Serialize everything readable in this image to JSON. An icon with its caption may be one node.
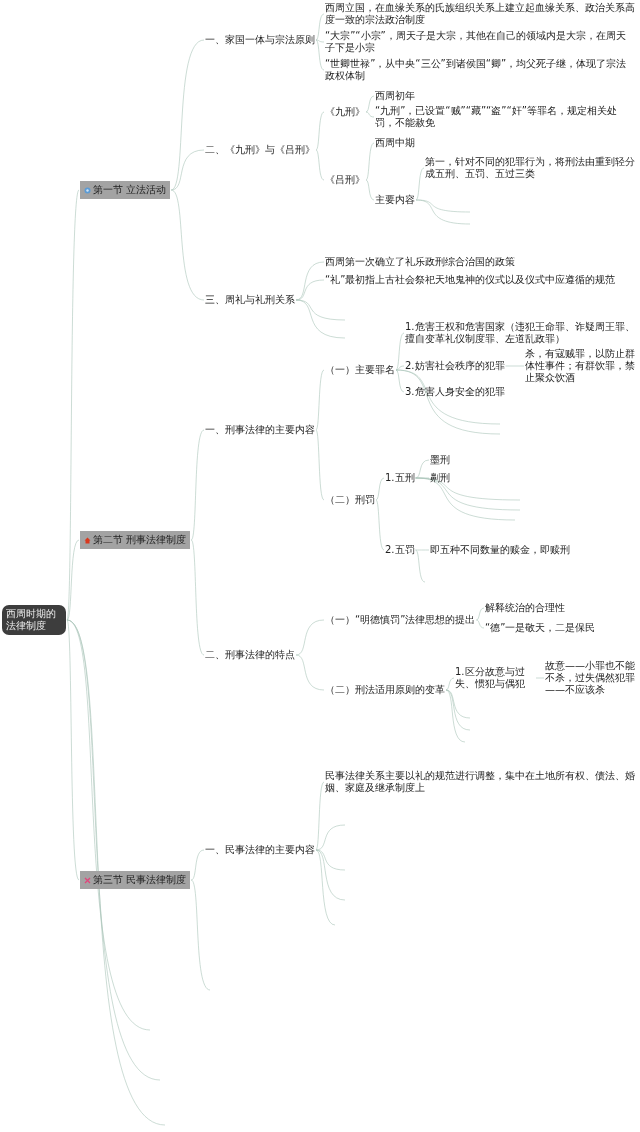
{
  "diagram": {
    "nodes": [
      {
        "text": [
          "西周时期的法律制度"
        ]
      },
      {
        "text": [
          "第一节 立法活动"
        ]
      },
      {
        "text": [
          "一、家国一体与宗法原则"
        ]
      },
      {
        "text": [
          "西周立国，在血缘关系的氏族组织关系上建立起血缘关系、政治关系高度一致的宗法政治制度"
        ]
      },
      {
        "text": [
          "“大宗”“小宗”，周天子是大宗，其他在自己的领域内是大宗，在周天子下是小宗"
        ]
      },
      {
        "text": [
          "“世卿世禄”，从中央“三公”到诸侯国“卿”，均父死子继，体现了宗法政权体制"
        ]
      },
      {
        "text": [
          "二、《九刑》与《吕刑》"
        ]
      },
      {
        "text": [
          "《九刑》"
        ]
      },
      {
        "text": [
          "西周初年"
        ]
      },
      {
        "text": [
          "“九刑”，已设置“贼”“藏”“盗”“奸”等罪名，规定相关处罚，不能赦免"
        ]
      },
      {
        "text": [
          "《吕刑》"
        ]
      },
      {
        "text": [
          "西周中期"
        ]
      },
      {
        "text": [
          "主要内容"
        ]
      },
      {
        "text": [
          "第一，针对不同的犯罪行为，将刑法由重到轻分成五刑、五罚、五过三类"
        ]
      },
      {
        "text": [
          "三、周礼与礼刑关系"
        ]
      },
      {
        "text": [
          "西周第一次确立了礼乐政刑综合治国的政策"
        ]
      },
      {
        "text": [
          "“礼”最初指上古社会祭祀天地鬼神的仪式以及仪式中应遵循的规范"
        ]
      },
      {
        "text": [
          "第二节 刑事法律制度"
        ]
      },
      {
        "text": [
          "一、刑事法律的主要内容"
        ]
      },
      {
        "text": [
          "（一）主要罪名"
        ]
      },
      {
        "text": [
          "1.危害王权和危害国家（违犯王命罪、诈疑周王罪、擅自变革礼仪制度罪、左道乱政罪）"
        ]
      },
      {
        "text": [
          "2.妨害社会秩序的犯罪"
        ]
      },
      {
        "text": [
          "杀，有寇贼罪，以防止群体性事件；有群饮罪，禁止聚众饮酒"
        ]
      },
      {
        "text": [
          "3.危害人身安全的犯罪"
        ]
      },
      {
        "text": [
          "（二）刑罚"
        ]
      },
      {
        "text": [
          "1.五刑"
        ]
      },
      {
        "text": [
          "墨刑"
        ]
      },
      {
        "text": [
          "劓刑"
        ]
      },
      {
        "text": [
          "2.五罚"
        ]
      },
      {
        "text": [
          "即五种不同数量的赎金，即赎刑"
        ]
      },
      {
        "text": [
          "二、刑事法律的特点"
        ]
      },
      {
        "text": [
          "（一）“明德慎罚”法律思想的提出"
        ]
      },
      {
        "text": [
          "解释统治的合理性"
        ]
      },
      {
        "text": [
          "“德”一是敬天，二是保民"
        ]
      },
      {
        "text": [
          "（二）刑法适用原则的变革"
        ]
      },
      {
        "text": [
          "1.区分故意与过失、惯犯与偶犯"
        ]
      },
      {
        "text": [
          "故意——小罪也不能不杀，过失偶然犯罪——不应该杀"
        ]
      },
      {
        "text": [
          "第三节 民事法律制度"
        ]
      },
      {
        "text": [
          "一、民事法律的主要内容"
        ]
      },
      {
        "text": [
          "民事法律关系主要以礼的规范进行调整，集中在土地所有权、债法、婚姻、家庭及继承制度上"
        ]
      }
    ],
    "edges": [
      {
        "from": 0,
        "to": 1,
        "arrow": "none"
      },
      {
        "from": 0,
        "to": 17,
        "arrow": "none"
      },
      {
        "from": 0,
        "to": 37,
        "arrow": "none"
      },
      {
        "from": 0,
        "to": null,
        "arrow": "none"
      },
      {
        "from": 0,
        "to": null,
        "arrow": "none"
      },
      {
        "from": 0,
        "to": null,
        "arrow": "none"
      },
      {
        "from": 1,
        "to": 2,
        "arrow": "none"
      },
      {
        "from": 1,
        "to": 6,
        "arrow": "none"
      },
      {
        "from": 1,
        "to": 14,
        "arrow": "none"
      },
      {
        "from": 2,
        "to": 3,
        "arrow": "none"
      },
      {
        "from": 2,
        "to": 4,
        "arrow": "none"
      },
      {
        "from": 2,
        "to": 5,
        "arrow": "none"
      },
      {
        "from": 6,
        "to": 7,
        "arrow": "none"
      },
      {
        "from": 6,
        "to": 10,
        "arrow": "none"
      },
      {
        "from": 7,
        "to": 8,
        "arrow": "none"
      },
      {
        "from": 7,
        "to": 9,
        "arrow": "none"
      },
      {
        "from": 10,
        "to": 11,
        "arrow": "none"
      },
      {
        "from": 10,
        "to": 12,
        "arrow": "none"
      },
      {
        "from": 12,
        "to": 13,
        "arrow": "none"
      },
      {
        "from": 12,
        "to": null,
        "arrow": "none"
      },
      {
        "from": 12,
        "to": null,
        "arrow": "none"
      },
      {
        "from": 14,
        "to": 15,
        "arrow": "none"
      },
      {
        "from": 14,
        "to": 16,
        "arrow": "none"
      },
      {
        "from": 14,
        "to": null,
        "arrow": "none"
      },
      {
        "from": 14,
        "to": null,
        "arrow": "none"
      },
      {
        "from": 17,
        "to": 18,
        "arrow": "none"
      },
      {
        "from": 17,
        "to": 30,
        "arrow": "none"
      },
      {
        "from": 18,
        "to": 19,
        "arrow": "none"
      },
      {
        "from": 18,
        "to": 24,
        "arrow": "none"
      },
      {
        "from": 19,
        "to": 20,
        "arrow": "none"
      },
      {
        "from": 19,
        "to": 21,
        "arrow": "none"
      },
      {
        "from": 19,
        "to": 23,
        "arrow": "none"
      },
      {
        "from": 19,
        "to": null,
        "arrow": "none"
      },
      {
        "from": 19,
        "to": null,
        "arrow": "none"
      },
      {
        "from": 21,
        "to": 22,
        "arrow": "none"
      },
      {
        "from": 24,
        "to": 25,
        "arrow": "none"
      },
      {
        "from": 24,
        "to": 28,
        "arrow": "none"
      },
      {
        "from": 25,
        "to": 26,
        "arrow": "none"
      },
      {
        "from": 25,
        "to": 27,
        "arrow": "none"
      },
      {
        "from": 25,
        "to": null,
        "arrow": "none"
      },
      {
        "from": 25,
        "to": null,
        "arrow": "none"
      },
      {
        "from": 25,
        "to": null,
        "arrow": "none"
      },
      {
        "from": 28,
        "to": 29,
        "arrow": "none"
      },
      {
        "from": 28,
        "to": null,
        "arrow": "none"
      },
      {
        "from": 30,
        "to": 31,
        "arrow": "none"
      },
      {
        "from": 30,
        "to": 34,
        "arrow": "none"
      },
      {
        "from": 31,
        "to": 32,
        "arrow": "none"
      },
      {
        "from": 31,
        "to": 33,
        "arrow": "none"
      },
      {
        "from": 34,
        "to": 35,
        "arrow": "none"
      },
      {
        "from": 34,
        "to": null,
        "arrow": "none"
      },
      {
        "from": 34,
        "to": null,
        "arrow": "none"
      },
      {
        "from": 34,
        "to": null,
        "arrow": "none"
      },
      {
        "from": 35,
        "to": 36,
        "arrow": "none"
      },
      {
        "from": 37,
        "to": 38,
        "arrow": "none"
      },
      {
        "from": 37,
        "to": null,
        "arrow": "none"
      },
      {
        "from": 38,
        "to": 39,
        "arrow": "none"
      },
      {
        "from": 38,
        "to": null,
        "arrow": "none"
      },
      {
        "from": 38,
        "to": null,
        "arrow": "none"
      },
      {
        "from": 38,
        "to": null,
        "arrow": "none"
      },
      {
        "from": 38,
        "to": null,
        "arrow": "none"
      }
    ]
  }
}
